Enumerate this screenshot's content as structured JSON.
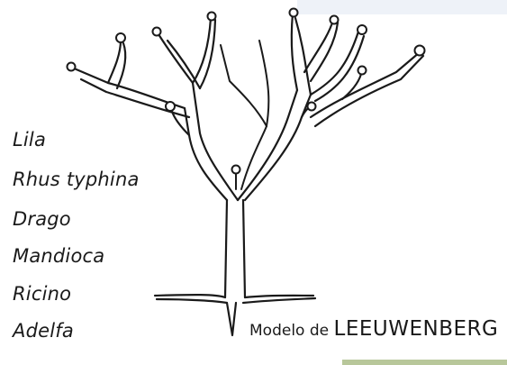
{
  "species_list": [
    "Lila",
    "Rhus typhina",
    "Drago",
    "Mandioca",
    "Ricino",
    "Adelfa"
  ],
  "caption": {
    "prefix": "Modelo de",
    "name": "LEEUWENBERG"
  },
  "illustration_icon": "tree-architecture-sketch"
}
